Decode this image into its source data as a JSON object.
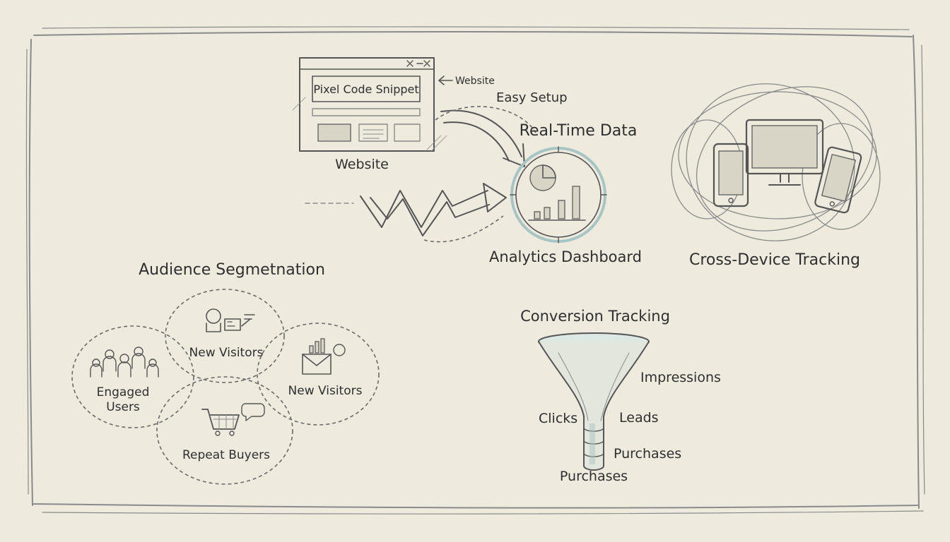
{
  "setup": {
    "snippet_label": "Pixel Code Snippet",
    "website_pointer": "Website",
    "easy_setup": "Easy Setup",
    "website_caption": "Website"
  },
  "realtime": {
    "title": "Real-Time Data",
    "dashboard_caption": "Analytics Dashboard"
  },
  "cross_device": {
    "caption": "Cross-Device Tracking"
  },
  "audience": {
    "title": "Audience Segmetnation",
    "segments": [
      "New Visitors",
      "Engaged",
      "Users",
      "New Visitors",
      "Repeat Buyers"
    ]
  },
  "conversion": {
    "title": "Conversion Tracking",
    "labels": [
      "Impressions",
      "Clicks",
      "Leads",
      "Purchases",
      "Purchases"
    ]
  },
  "colors": {
    "paper": "#eeeade",
    "ink": "#555555",
    "accent": "#a9c4c4"
  }
}
